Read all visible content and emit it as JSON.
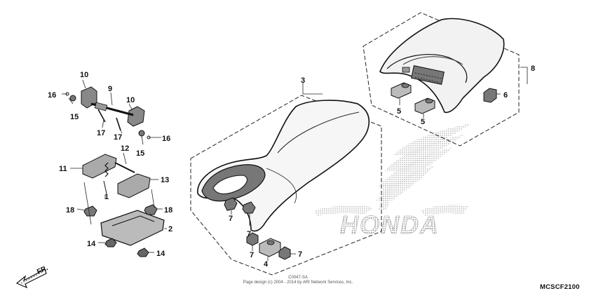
{
  "diagram": {
    "part_code": "MCSCF2100",
    "copyright_line1": "C0047-SA",
    "copyright_line2": "Page design (c) 2004 - 2014 by ARI Network Services, Inc.",
    "watermark_text": "HONDA",
    "direction_label": "FR.",
    "callouts": [
      {
        "id": "c1",
        "label": "1"
      },
      {
        "id": "c2",
        "label": "2"
      },
      {
        "id": "c3",
        "label": "3"
      },
      {
        "id": "c4",
        "label": "4"
      },
      {
        "id": "c5a",
        "label": "5"
      },
      {
        "id": "c5b",
        "label": "5"
      },
      {
        "id": "c6",
        "label": "6"
      },
      {
        "id": "c7a",
        "label": "7"
      },
      {
        "id": "c7b",
        "label": "7"
      },
      {
        "id": "c7c",
        "label": "7"
      },
      {
        "id": "c7d",
        "label": "7"
      },
      {
        "id": "c8",
        "label": "8"
      },
      {
        "id": "c9",
        "label": "9"
      },
      {
        "id": "c10a",
        "label": "10"
      },
      {
        "id": "c10b",
        "label": "10"
      },
      {
        "id": "c11",
        "label": "11"
      },
      {
        "id": "c12",
        "label": "12"
      },
      {
        "id": "c13",
        "label": "13"
      },
      {
        "id": "c14a",
        "label": "14"
      },
      {
        "id": "c14b",
        "label": "14"
      },
      {
        "id": "c15a",
        "label": "15"
      },
      {
        "id": "c15b",
        "label": "15"
      },
      {
        "id": "c16a",
        "label": "16"
      },
      {
        "id": "c16b",
        "label": "16"
      },
      {
        "id": "c17a",
        "label": "17"
      },
      {
        "id": "c17b",
        "label": "17"
      },
      {
        "id": "c18a",
        "label": "18"
      },
      {
        "id": "c18b",
        "label": "18"
      }
    ]
  }
}
